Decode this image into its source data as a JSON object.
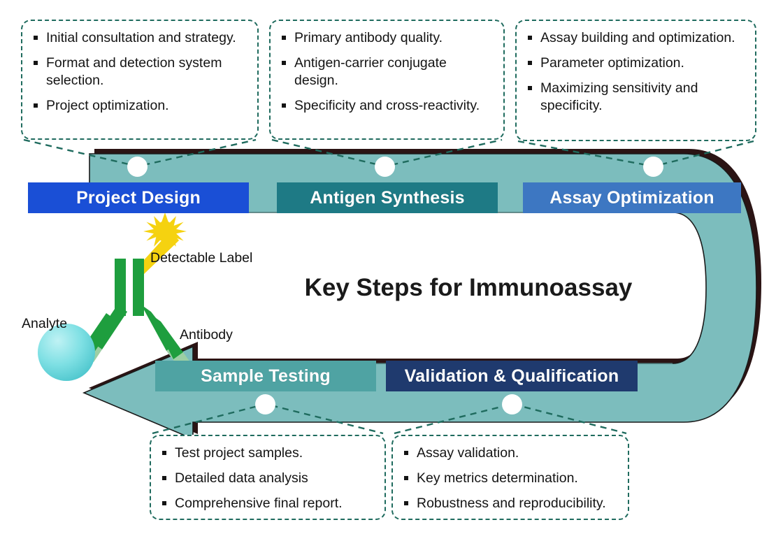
{
  "diagram": {
    "title": "Key Steps for Immunoassay",
    "colors": {
      "band_fill": "#7CBDBD",
      "band_shadow": "#2B1414",
      "callout_border": "#1f6b5e",
      "project_design": "#1A4FD6",
      "antigen_synthesis": "#1E7A85",
      "assay_optimization": "#3D77C2",
      "sample_testing": "#4FA3A3",
      "validation_qualification": "#1F3A6E",
      "antibody_green": "#1E9E3E",
      "antibody_green_dark": "#167A2F",
      "analyte_cyan": "#6FD8DC",
      "label_yellow": "#F5D210"
    }
  },
  "stages": [
    {
      "id": "project-design",
      "label": "Project Design",
      "color": "#1A4FD6",
      "bullets": [
        "Initial consultation and strategy.",
        "Format and detection system selection.",
        "Project optimization."
      ]
    },
    {
      "id": "antigen-synthesis",
      "label": "Antigen Synthesis",
      "color": "#1E7A85",
      "bullets": [
        "Primary antibody quality.",
        "Antigen-carrier conjugate design.",
        "Specificity and cross-reactivity."
      ]
    },
    {
      "id": "assay-optimization",
      "label": "Assay Optimization",
      "color": "#3D77C2",
      "bullets": [
        "Assay building and optimization.",
        "Parameter optimization.",
        "Maximizing sensitivity and specificity."
      ]
    },
    {
      "id": "sample-testing",
      "label": "Sample Testing",
      "color": "#4FA3A3",
      "bullets": [
        "Test project samples.",
        "Detailed data analysis",
        "Comprehensive final report."
      ]
    },
    {
      "id": "validation-qualification",
      "label": "Validation & Qualification",
      "color": "#1F3A6E",
      "bullets": [
        "Assay validation.",
        "Key metrics determination.",
        "Robustness and reproducibility."
      ]
    }
  ],
  "illustration": {
    "name": "immunoassay-antibody-diagram",
    "labels": {
      "detectable_label": "Detectable Label",
      "antibody": "Antibody",
      "analyte": "Analyte"
    }
  }
}
